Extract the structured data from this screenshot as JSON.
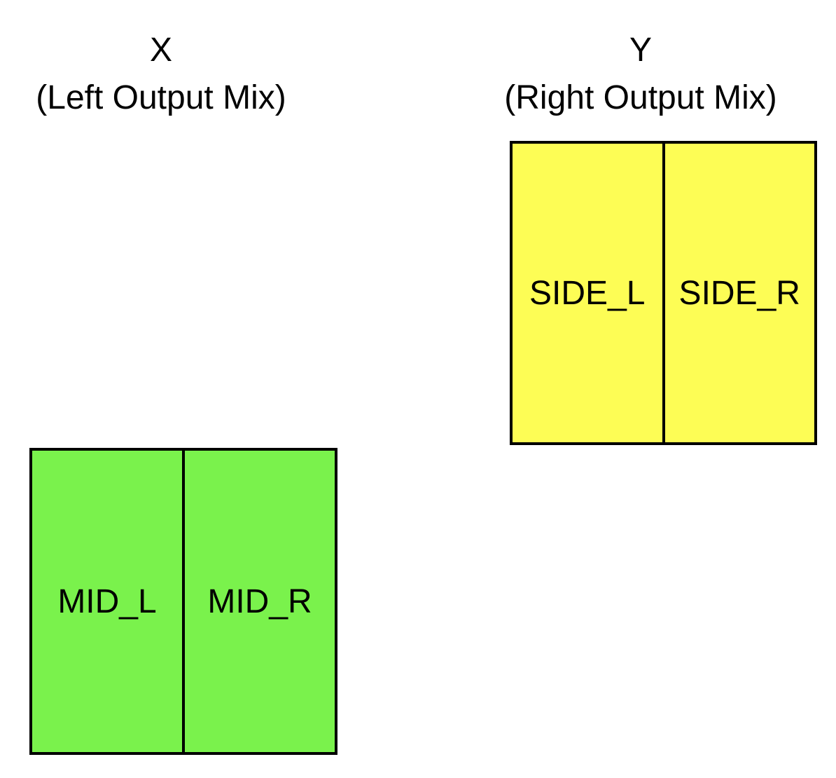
{
  "page": {
    "background": "#FFFFFF",
    "text_color": "#000000",
    "border_color": "#000000"
  },
  "groups": [
    {
      "id": "left-output-mix",
      "title_symbol": "X",
      "title_caption": "(Left Output Mix)",
      "box": {
        "fill": "#7AF24C",
        "border": "#000000",
        "cells": [
          {
            "label": "MID_L"
          },
          {
            "label": "MID_R"
          }
        ]
      }
    },
    {
      "id": "right-output-mix",
      "title_symbol": "Y",
      "title_caption": "(Right Output Mix)",
      "box": {
        "fill": "#FDFD55",
        "border": "#000000",
        "cells": [
          {
            "label": "SIDE_L"
          },
          {
            "label": "SIDE_R"
          }
        ]
      }
    }
  ]
}
